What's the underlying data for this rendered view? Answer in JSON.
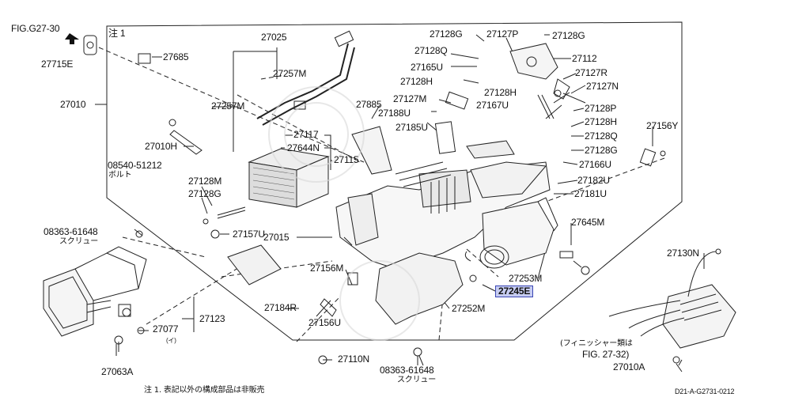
{
  "diagram": {
    "fig_ref": "FIG.G27-30",
    "note_marker": "注 1",
    "footnote": "注 1. 表記以外の構成部品は非販売",
    "drawing_code": "D21-A-G2731-0212",
    "finisher_note_line1": "(フィニッシャー類は",
    "finisher_note_line2": "FIG. 27-32)",
    "highlighted_part": "27245E",
    "bolt_label": "ボルト",
    "screw_label_1": "スクリュー",
    "screw_label_2": "スクリュー",
    "sub_i": "(イ)",
    "parts": {
      "p27715E": "27715E",
      "p27010": "27010",
      "p27685": "27685",
      "p27025": "27025",
      "p27257M_a": "27257M",
      "p27257M_b": "27257M",
      "p27010H": "27010H",
      "p08540": "08540-51212",
      "p27117": "27117",
      "p27644N": "27644N",
      "p27115": "27115",
      "p27128M": "27128M",
      "p27128G_a": "27128G",
      "p08363_a": "08363-61648",
      "p27157U": "27157U",
      "p27015": "27015",
      "p27156M": "27156M",
      "p27184R": "27184R",
      "p27156U": "27156U",
      "p27123": "27123",
      "p27077": "27077",
      "p27063A": "27063A",
      "p27110N": "27110N",
      "p08363_b": "08363-61648",
      "p27885": "27885",
      "p27188U": "27188U",
      "p27185U": "27185U",
      "p27127M": "27127M",
      "p27128H_a": "27128H",
      "p27165U": "27165U",
      "p27128Q_a": "27128Q",
      "p27128G_b": "27128G",
      "p27127P": "27127P",
      "p27128G_c": "27128G",
      "p27112": "27112",
      "p27127R": "27127R",
      "p27127N": "27127N",
      "p27128H_b": "27128H",
      "p27167U": "27167U",
      "p27128P": "27128P",
      "p27128H_c": "27128H",
      "p27128Q_b": "27128Q",
      "p27128G_d": "27128G",
      "p27166U": "27166U",
      "p27156Y": "27156Y",
      "p27182U": "27182U",
      "p27181U": "27181U",
      "p27645M": "27645M",
      "p27253M": "27253M",
      "p27252M": "27252M",
      "p27130N": "27130N",
      "p27010A": "27010A"
    }
  }
}
